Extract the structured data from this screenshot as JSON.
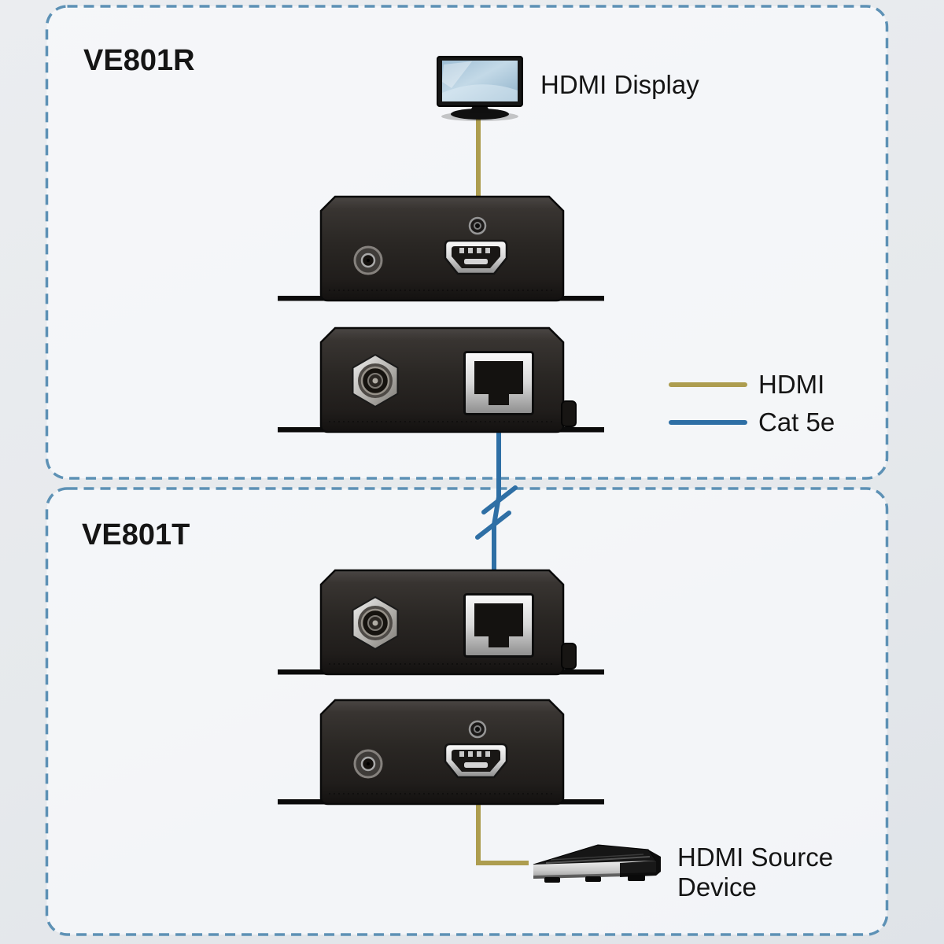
{
  "boxes": {
    "receiver": {
      "label": "VE801R"
    },
    "transmitter": {
      "label": "VE801T"
    }
  },
  "nodes": {
    "display": {
      "label": "HDMI Display"
    },
    "source": {
      "line1": "HDMI Source",
      "line2": "Device"
    }
  },
  "legend": {
    "items": [
      {
        "label": "HDMI",
        "color": "#ad9d4f"
      },
      {
        "label": "Cat 5e",
        "color": "#2e6fa5"
      }
    ]
  },
  "colors": {
    "hdmi_cable": "#ad9d4f",
    "cat5e_cable": "#2e6fa5",
    "box_border": "#5d91b5"
  }
}
